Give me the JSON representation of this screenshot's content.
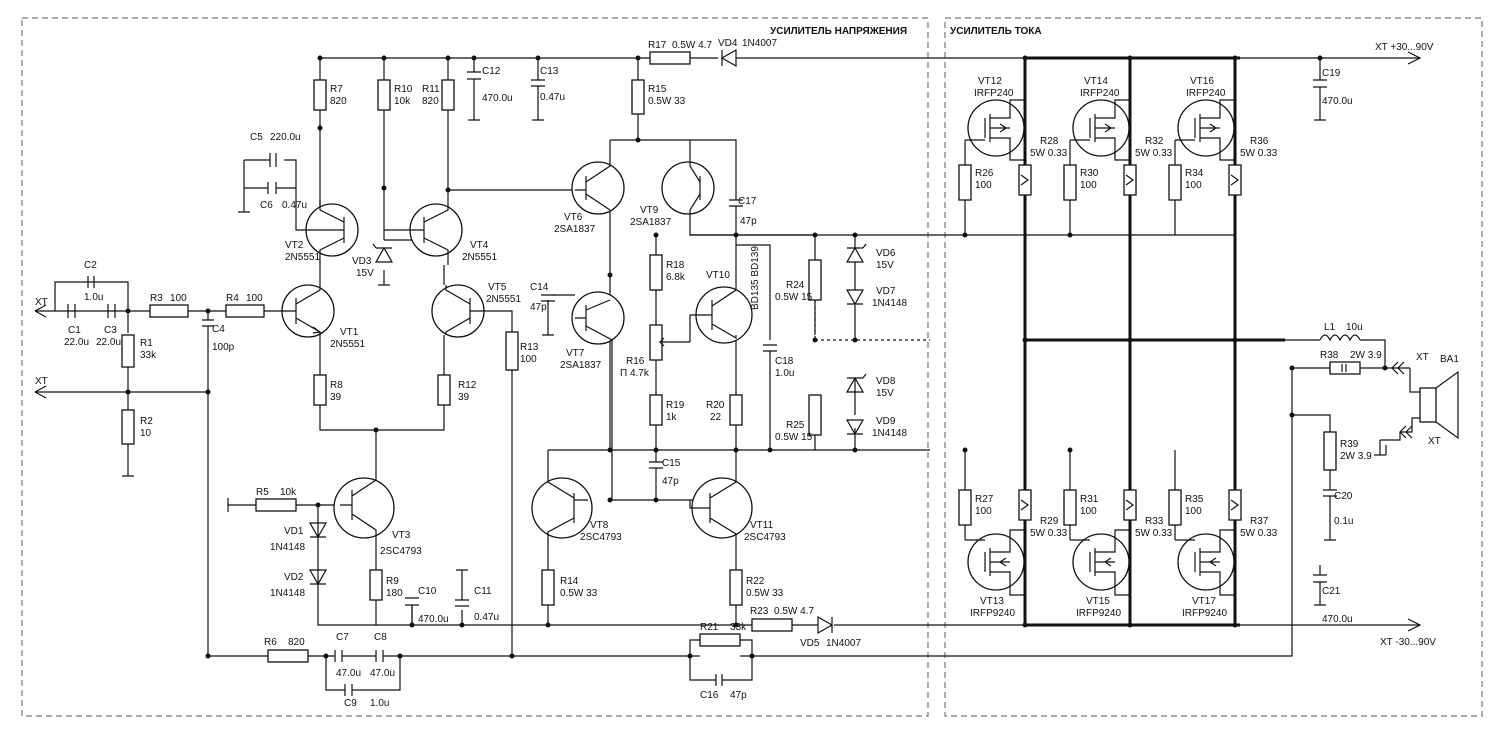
{
  "sections": {
    "voltage_amp": "УСИЛИТЕЛЬ НАПРЯЖЕНИЯ",
    "current_amp": "УСИЛИТЕЛЬ ТОКА"
  },
  "connectors": {
    "xt_input": "XT",
    "xt_ground": "XT",
    "xt_pos": "XT  +30...90V",
    "xt_neg": "XT  -30...90V",
    "xt_spk_top": "XT",
    "xt_spk_bot": "XT",
    "speaker": "BA1"
  },
  "resistors": {
    "R1": [
      "R1",
      "33k"
    ],
    "R2": [
      "R2",
      "10"
    ],
    "R3": [
      "R3",
      "100"
    ],
    "R4": [
      "R4",
      "100"
    ],
    "R5": [
      "R5",
      "10k"
    ],
    "R6": [
      "R6",
      "820"
    ],
    "R7": [
      "R7",
      "820"
    ],
    "R8": [
      "R8",
      "39"
    ],
    "R9": [
      "R9",
      "180"
    ],
    "R10": [
      "R10",
      "10k"
    ],
    "R11": [
      "R11",
      "820"
    ],
    "R12": [
      "R12",
      "39"
    ],
    "R13": [
      "R13",
      "100"
    ],
    "R14": [
      "R14",
      "0.5W 33"
    ],
    "R15": [
      "R15",
      "0.5W 33"
    ],
    "R16": [
      "R16",
      "П 4.7k"
    ],
    "R17": [
      "R17",
      "0.5W 4.7"
    ],
    "R18": [
      "R18",
      "6.8k"
    ],
    "R19": [
      "R19",
      "1k"
    ],
    "R20": [
      "R20",
      "22"
    ],
    "R21": [
      "R21",
      "33k"
    ],
    "R22": [
      "R22",
      "0.5W 33"
    ],
    "R23": [
      "R23",
      "0.5W 4.7"
    ],
    "R24": [
      "R24",
      "0.5W 15"
    ],
    "R25": [
      "R25",
      "0.5W 15"
    ],
    "R26": [
      "R26",
      "100"
    ],
    "R27": [
      "R27",
      "100"
    ],
    "R28": [
      "R28",
      "5W 0.33"
    ],
    "R29": [
      "R29",
      "5W 0.33"
    ],
    "R30": [
      "R30",
      "100"
    ],
    "R31": [
      "R31",
      "100"
    ],
    "R32": [
      "R32",
      "5W 0.33"
    ],
    "R33": [
      "R33",
      "5W 0.33"
    ],
    "R34": [
      "R34",
      "100"
    ],
    "R35": [
      "R35",
      "100"
    ],
    "R36": [
      "R36",
      "5W 0.33"
    ],
    "R37": [
      "R37",
      "5W 0.33"
    ],
    "R38": [
      "R38",
      "2W 3.9"
    ],
    "R39": [
      "R39",
      "2W 3.9"
    ]
  },
  "capacitors": {
    "C1": [
      "C1",
      "22.0u"
    ],
    "C2": [
      "C2",
      "1.0u"
    ],
    "C3": [
      "C3",
      "22.0u"
    ],
    "C4": [
      "C4",
      "100p"
    ],
    "C5": [
      "C5",
      "220.0u"
    ],
    "C6": [
      "C6",
      "0.47u"
    ],
    "C7": [
      "C7",
      "47.0u"
    ],
    "C8": [
      "C8",
      "47.0u"
    ],
    "C9": [
      "C9",
      "1.0u"
    ],
    "C10": [
      "C10",
      "470.0u"
    ],
    "C11": [
      "C11",
      "0.47u"
    ],
    "C12": [
      "C12",
      "470.0u"
    ],
    "C13": [
      "C13",
      "0.47u"
    ],
    "C14": [
      "C14",
      "47p"
    ],
    "C15": [
      "C15",
      "47p"
    ],
    "C16": [
      "C16",
      "47p"
    ],
    "C17": [
      "C17",
      "47p"
    ],
    "C18": [
      "C18",
      "1.0u"
    ],
    "C19": [
      "C19",
      "470.0u"
    ],
    "C20": [
      "C20",
      "0.1u"
    ],
    "C21": [
      "C21",
      "470.0u"
    ]
  },
  "inductor": [
    "L1",
    "10u"
  ],
  "diodes": {
    "VD1": [
      "VD1",
      "1N4148"
    ],
    "VD2": [
      "VD2",
      "1N4148"
    ],
    "VD3": [
      "VD3",
      "15V"
    ],
    "VD4": [
      "VD4",
      "1N4007"
    ],
    "VD5": [
      "VD5",
      "1N4007"
    ],
    "VD6": [
      "VD6",
      "15V"
    ],
    "VD7": [
      "VD7",
      "1N4148"
    ],
    "VD8": [
      "VD8",
      "15V"
    ],
    "VD9": [
      "VD9",
      "1N4148"
    ]
  },
  "transistors": {
    "VT1": [
      "VT1",
      "2N5551"
    ],
    "VT2": [
      "VT2",
      "2N5551"
    ],
    "VT3": [
      "VT3",
      "2SC4793"
    ],
    "VT4": [
      "VT4",
      "2N5551"
    ],
    "VT5": [
      "VT5",
      "2N5551"
    ],
    "VT6": [
      "VT6",
      "2SA1837"
    ],
    "VT7": [
      "VT7",
      "2SA1837"
    ],
    "VT8": [
      "VT8",
      "2SC4793"
    ],
    "VT9": [
      "VT9",
      "2SA1837"
    ],
    "VT10": [
      "VT10",
      "BD135 BD139"
    ],
    "VT11": [
      "VT11",
      "2SC4793"
    ],
    "VT12": [
      "VT12",
      "IRFP240"
    ],
    "VT13": [
      "VT13",
      "IRFP9240"
    ],
    "VT14": [
      "VT14",
      "IRFP240"
    ],
    "VT15": [
      "VT15",
      "IRFP9240"
    ],
    "VT16": [
      "VT16",
      "IRFP240"
    ],
    "VT17": [
      "VT17",
      "IRFP9240"
    ]
  }
}
